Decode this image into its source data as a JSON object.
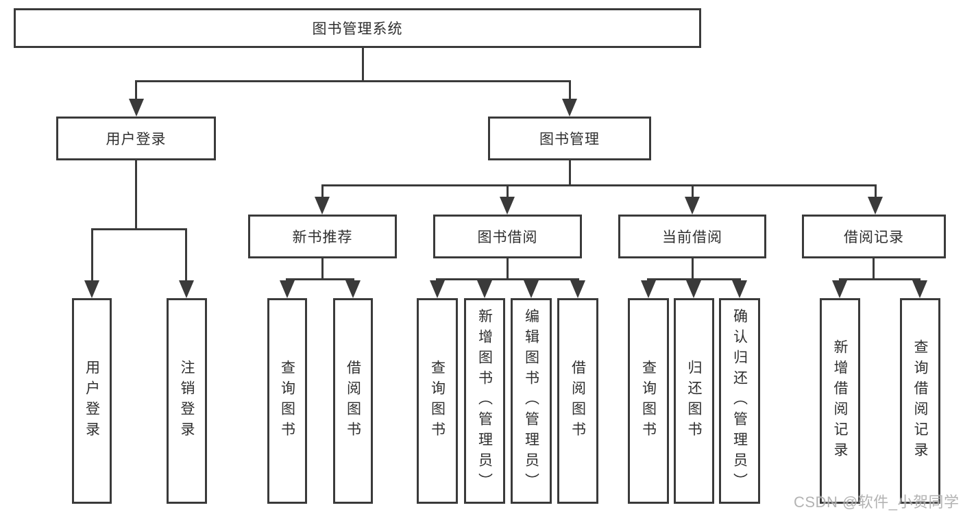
{
  "tree": {
    "root": "图书管理系统",
    "user_login": {
      "label": "用户登录",
      "children": [
        "用户登录",
        "注销登录"
      ]
    },
    "book_mgmt": {
      "label": "图书管理",
      "children": {
        "new_book": {
          "label": "新书推荐",
          "children": [
            "查询图书",
            "借阅图书"
          ]
        },
        "borrow": {
          "label": "图书借阅",
          "children": [
            "查询图书",
            "新增图书（管理员）",
            "编辑图书（管理员）",
            "借阅图书"
          ]
        },
        "current": {
          "label": "当前借阅",
          "children": [
            "查询图书",
            "归还图书",
            "确认归还（管理员）"
          ]
        },
        "record": {
          "label": "借阅记录",
          "children": [
            "新增借阅记录",
            "查询借阅记录"
          ]
        }
      }
    }
  },
  "watermark": {
    "text": "CSDN @软件_小贺同学"
  },
  "colors": {
    "line": "#3a3a3a",
    "text": "#2f2f2f",
    "background": "#ffffff",
    "watermark": "#ababab"
  }
}
